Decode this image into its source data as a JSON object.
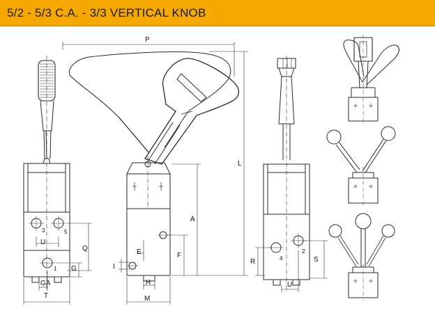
{
  "header": {
    "title": "5/2 - 5/3 C.A. - 3/3 VERTICAL KNOB",
    "color": "#f5a800"
  },
  "dimensions": {
    "P": "P",
    "L": "L",
    "A": "A",
    "F": "F",
    "E": "E",
    "I": "I",
    "H": "H",
    "M": "M",
    "U": "U",
    "Q": "Q",
    "G": "G",
    "GA": "GA",
    "T": "T",
    "R": "R",
    "S": "S"
  },
  "ports": {
    "p1": "1",
    "p2": "2",
    "p3": "3",
    "p4": "4",
    "p5": "5"
  }
}
